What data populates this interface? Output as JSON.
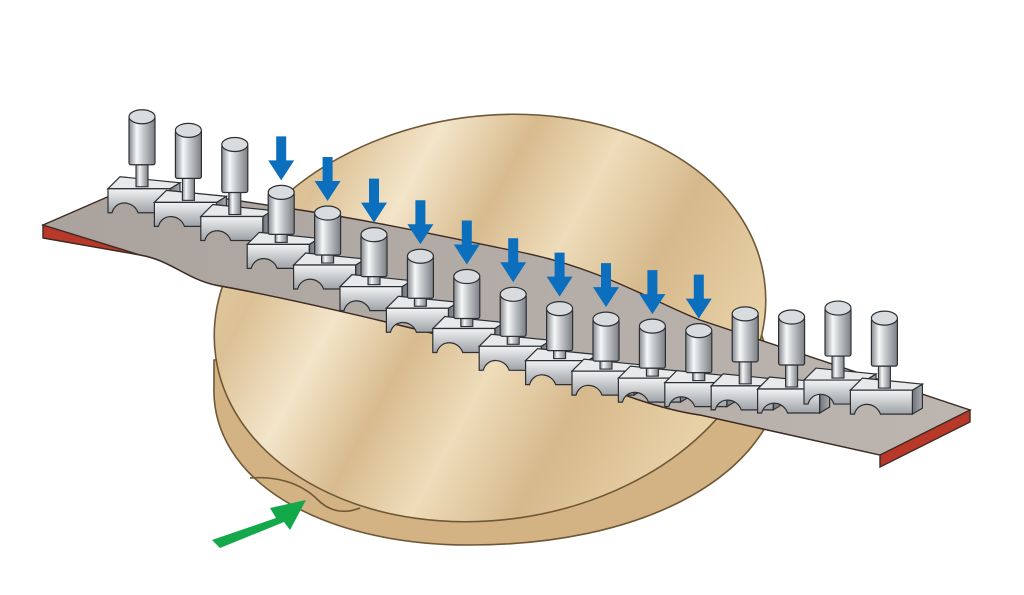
{
  "diagram": {
    "pin_count": 17,
    "pressed_pins": [
      4,
      5,
      6,
      7,
      8,
      9,
      10,
      11,
      12,
      13
    ],
    "colors": {
      "background": "#ffffff",
      "disc_face": "#e6ceA4",
      "disc_edge": "#d4b384",
      "disc_outline": "#6e5836",
      "strip_top": "#b4aca6",
      "strip_edge": "#b8392a",
      "strip_outline": "#3d2a22",
      "metal_dark": "#8e9296",
      "metal_light": "#f3f4f5",
      "metal_outline": "#2c2f33",
      "press_arrow": "#0b6fbd",
      "feed_arrow": "#13a849"
    },
    "icons": {
      "press_arrow": "down-arrow-icon",
      "feed_arrow": "diagonal-arrow-icon"
    }
  }
}
